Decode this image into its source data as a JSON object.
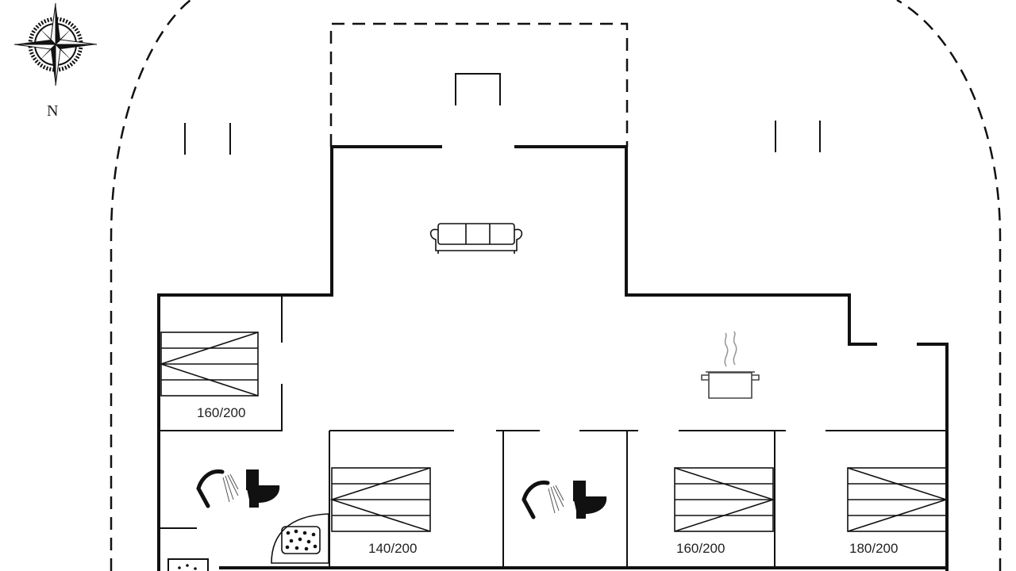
{
  "compass": {
    "label": "N",
    "icon": "compass-rose-icon"
  },
  "beds": [
    {
      "size": "160/200"
    },
    {
      "size": "140/200"
    },
    {
      "size": "160/200"
    },
    {
      "size": "180/200"
    }
  ],
  "icons": {
    "sofa": "sofa-icon",
    "cooking_pot": "cooking-pot-icon",
    "shower": "shower-icon",
    "toilet": "toilet-icon",
    "hot_tub": "hot-tub-icon"
  }
}
